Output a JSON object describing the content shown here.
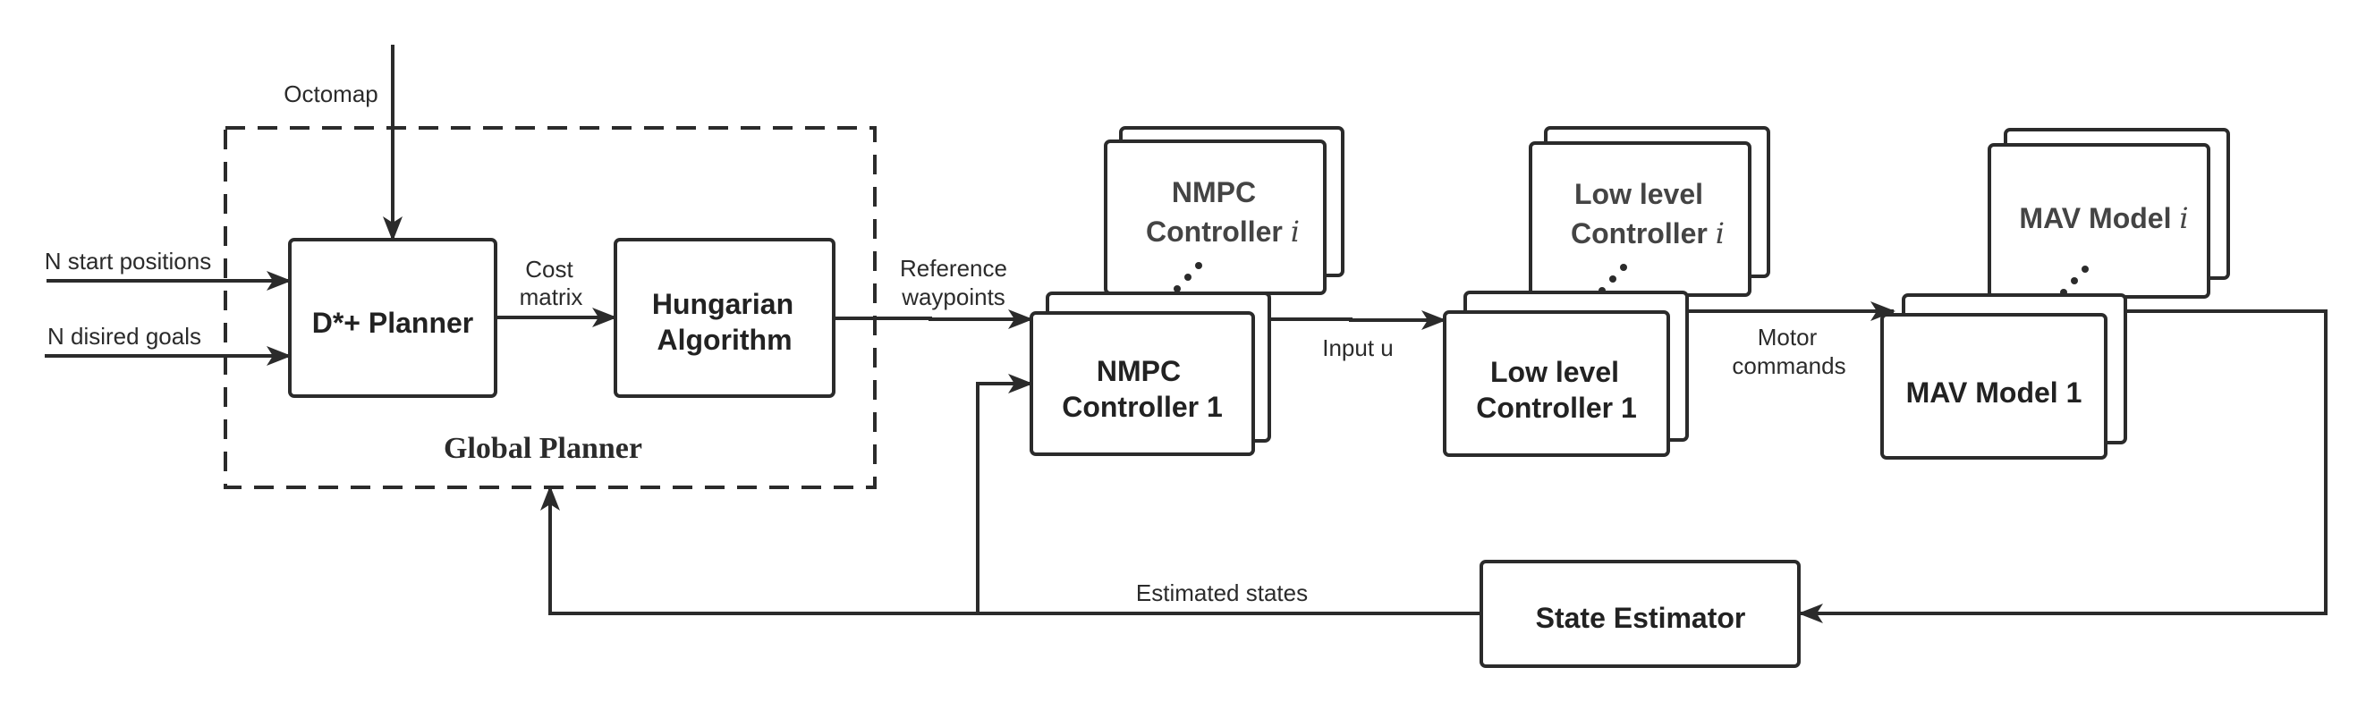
{
  "inputs": {
    "octomap": "Octomap",
    "start_positions": "N start positions",
    "desired_goals": "N disired goals"
  },
  "global_planner": {
    "title": "Global Planner",
    "dstar": "D*+ Planner",
    "cost_matrix": [
      "Cost",
      "matrix"
    ],
    "hungarian": [
      "Hungarian",
      "Algorithm"
    ]
  },
  "signals": {
    "reference_waypoints": [
      "Reference",
      "waypoints"
    ],
    "input_u": "Input u",
    "motor_commands": [
      "Motor",
      "commands"
    ],
    "estimated_states": "Estimated states"
  },
  "nmpc": {
    "back": [
      "NMPC",
      "Controller ",
      "i"
    ],
    "front": [
      "NMPC",
      "Controller 1"
    ]
  },
  "low_level": {
    "back": [
      "Low level",
      "Controller ",
      "i"
    ],
    "front": [
      "Low level",
      "Controller 1"
    ]
  },
  "mav": {
    "back": [
      "MAV Model ",
      "i"
    ],
    "front": "MAV Model 1"
  },
  "state_estimator": "State Estimator"
}
